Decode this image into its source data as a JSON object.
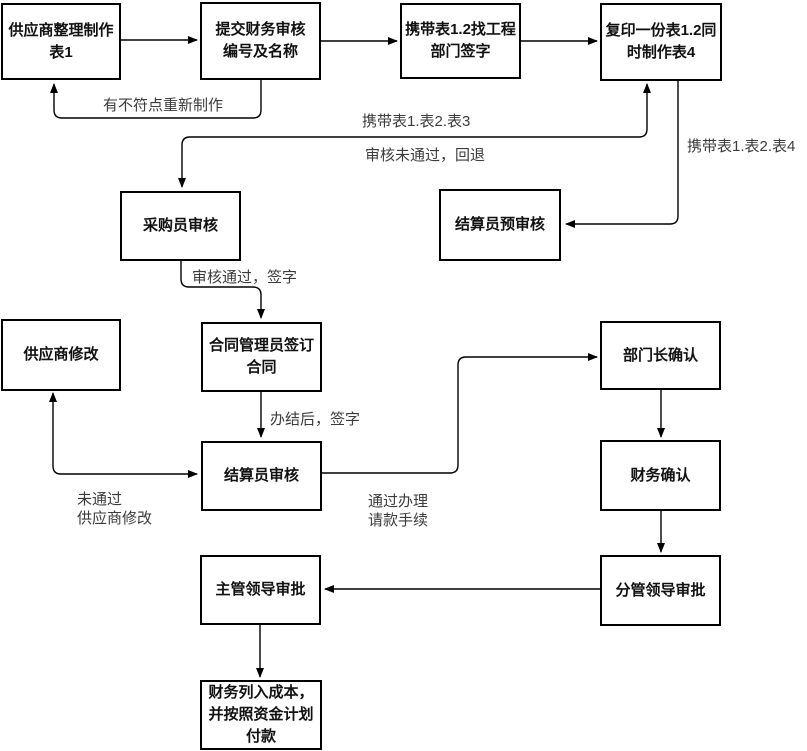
{
  "diagram": {
    "colors": {
      "background": "#ffffff",
      "node_fill": "#ffffff",
      "node_border": "#000000",
      "node_text": "#111111",
      "edge_line": "#000000",
      "edge_label_text": "#3b3b3b"
    },
    "nodes": [
      {
        "id": "supplier-prepare-form1",
        "label": [
          "供应商整理制作",
          "表1"
        ]
      },
      {
        "id": "submit-finance-review",
        "label": [
          "提交财务审核",
          "编号及名称"
        ]
      },
      {
        "id": "carry-forms-to-engineering",
        "label": [
          "携带表1.2找工程",
          "部门签字"
        ]
      },
      {
        "id": "copy-form-make-form4",
        "label": [
          "复印一份表1.2同",
          "时制作表4"
        ]
      },
      {
        "id": "purchaser-review",
        "label": [
          "采购员审核"
        ]
      },
      {
        "id": "settlement-pre-review",
        "label": [
          "结算员预审核"
        ]
      },
      {
        "id": "supplier-modify",
        "label": [
          "供应商修改"
        ]
      },
      {
        "id": "contract-manager-sign",
        "label": [
          "合同管理员签订",
          "合同"
        ]
      },
      {
        "id": "settlement-review",
        "label": [
          "结算员审核"
        ]
      },
      {
        "id": "department-head-confirm",
        "label": [
          "部门长确认"
        ]
      },
      {
        "id": "finance-confirm",
        "label": [
          "财务确认"
        ]
      },
      {
        "id": "deputy-leader-approve",
        "label": [
          "分管领导审批"
        ]
      },
      {
        "id": "chief-leader-approve",
        "label": [
          "主管领导审批"
        ]
      },
      {
        "id": "finance-cost-payment",
        "label": [
          "财务列入成本，",
          "并按照资金计划",
          "付款"
        ]
      }
    ],
    "edge_labels": [
      {
        "id": "rework",
        "text": [
          "有不符点重新制作"
        ]
      },
      {
        "id": "carry-forms-123",
        "text": [
          "携带表1.表2.表3"
        ]
      },
      {
        "id": "review-fail-return",
        "text": [
          "审核未通过，回退"
        ]
      },
      {
        "id": "carry-forms-124",
        "text": [
          "携带表1.表2.表4"
        ]
      },
      {
        "id": "review-pass-sign",
        "text": [
          "审核通过，签字"
        ]
      },
      {
        "id": "after-completion-sign",
        "text": [
          "办结后，签字"
        ]
      },
      {
        "id": "fail-supplier-modify",
        "text": [
          "未通过",
          "供应商修改"
        ]
      },
      {
        "id": "pass-payment-procedure",
        "text": [
          "通过办理",
          "请款手续"
        ]
      }
    ],
    "edges": [
      {
        "from": "supplier-prepare-form1",
        "to": "submit-finance-review",
        "label": ""
      },
      {
        "from": "submit-finance-review",
        "to": "carry-forms-to-engineering",
        "label": ""
      },
      {
        "from": "carry-forms-to-engineering",
        "to": "copy-form-make-form4",
        "label": ""
      },
      {
        "from": "submit-finance-review",
        "to": "supplier-prepare-form1",
        "label": "有不符点重新制作"
      },
      {
        "from": "copy-form-make-form4",
        "to": "purchaser-review",
        "label": "携带表1.表2.表3 / 审核未通过，回退",
        "bidirectional": true
      },
      {
        "from": "copy-form-make-form4",
        "to": "settlement-pre-review",
        "label": "携带表1.表2.表4"
      },
      {
        "from": "purchaser-review",
        "to": "contract-manager-sign",
        "label": "审核通过，签字"
      },
      {
        "from": "contract-manager-sign",
        "to": "settlement-review",
        "label": "办结后，签字"
      },
      {
        "from": "settlement-review",
        "to": "supplier-modify",
        "label": "未通过 供应商修改",
        "bidirectional": true
      },
      {
        "from": "settlement-review",
        "to": "department-head-confirm",
        "label": "通过办理 请款手续"
      },
      {
        "from": "department-head-confirm",
        "to": "finance-confirm",
        "label": ""
      },
      {
        "from": "finance-confirm",
        "to": "deputy-leader-approve",
        "label": ""
      },
      {
        "from": "deputy-leader-approve",
        "to": "chief-leader-approve",
        "label": ""
      },
      {
        "from": "chief-leader-approve",
        "to": "finance-cost-payment",
        "label": ""
      }
    ]
  }
}
